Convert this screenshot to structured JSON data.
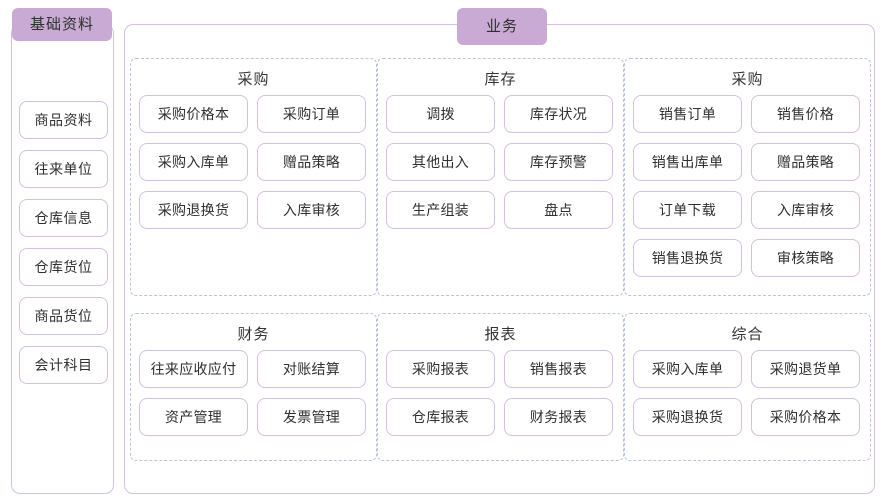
{
  "sidebar": {
    "title": "基础资料",
    "items": [
      {
        "label": "商品资料"
      },
      {
        "label": "往来单位"
      },
      {
        "label": "仓库信息"
      },
      {
        "label": "仓库货位"
      },
      {
        "label": "商品货位"
      },
      {
        "label": "会计科目"
      }
    ]
  },
  "main": {
    "title": "业务",
    "groups": [
      {
        "title": "采购",
        "items": [
          {
            "label": "采购价格本"
          },
          {
            "label": "采购订单"
          },
          {
            "label": "采购入库单"
          },
          {
            "label": "赠品策略"
          },
          {
            "label": "采购退换货"
          },
          {
            "label": "入库审核"
          }
        ]
      },
      {
        "title": "库存",
        "items": [
          {
            "label": "调拨"
          },
          {
            "label": "库存状况"
          },
          {
            "label": "其他出入"
          },
          {
            "label": "库存预警"
          },
          {
            "label": "生产组装"
          },
          {
            "label": "盘点"
          }
        ]
      },
      {
        "title": "采购",
        "items": [
          {
            "label": "销售订单"
          },
          {
            "label": "销售价格"
          },
          {
            "label": "销售出库单"
          },
          {
            "label": "赠品策略"
          },
          {
            "label": "订单下载"
          },
          {
            "label": "入库审核"
          },
          {
            "label": "销售退换货"
          },
          {
            "label": "审核策略"
          }
        ]
      },
      {
        "title": "财务",
        "items": [
          {
            "label": "往来应收应付"
          },
          {
            "label": "对账结算"
          },
          {
            "label": "资产管理"
          },
          {
            "label": "发票管理"
          }
        ]
      },
      {
        "title": "报表",
        "items": [
          {
            "label": "采购报表"
          },
          {
            "label": "销售报表"
          },
          {
            "label": "仓库报表"
          },
          {
            "label": "财务报表"
          }
        ]
      },
      {
        "title": "综合",
        "items": [
          {
            "label": "采购入库单"
          },
          {
            "label": "采购退货单"
          },
          {
            "label": "采购退换货"
          },
          {
            "label": "采购价格本"
          }
        ]
      }
    ]
  },
  "colors": {
    "badge_background": "#c9aad4",
    "box_border": "#d6bfe0",
    "group_border": "#bcc3dc",
    "text": "#2f2f2f",
    "background": "#ffffff"
  }
}
